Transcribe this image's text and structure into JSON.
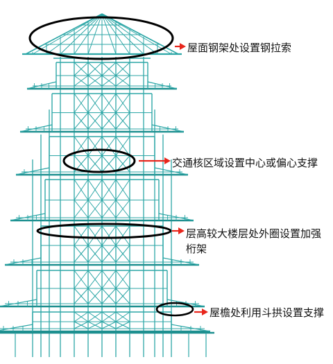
{
  "colors": {
    "frame": "#2ba6a6",
    "frame_dark": "#1d8f8f",
    "ellipse": "#000000",
    "arrow": "#e8261c",
    "text": "#111111",
    "background": "#ffffff"
  },
  "callouts": [
    {
      "text": "屋面钢架处设置钢拉索"
    },
    {
      "text": "交通核区域设置中心或偏心支撑"
    },
    {
      "text": "层高较大楼层处外圈设置加强桁架"
    },
    {
      "text": "屋檐处利用斗拱设置支撑"
    }
  ]
}
